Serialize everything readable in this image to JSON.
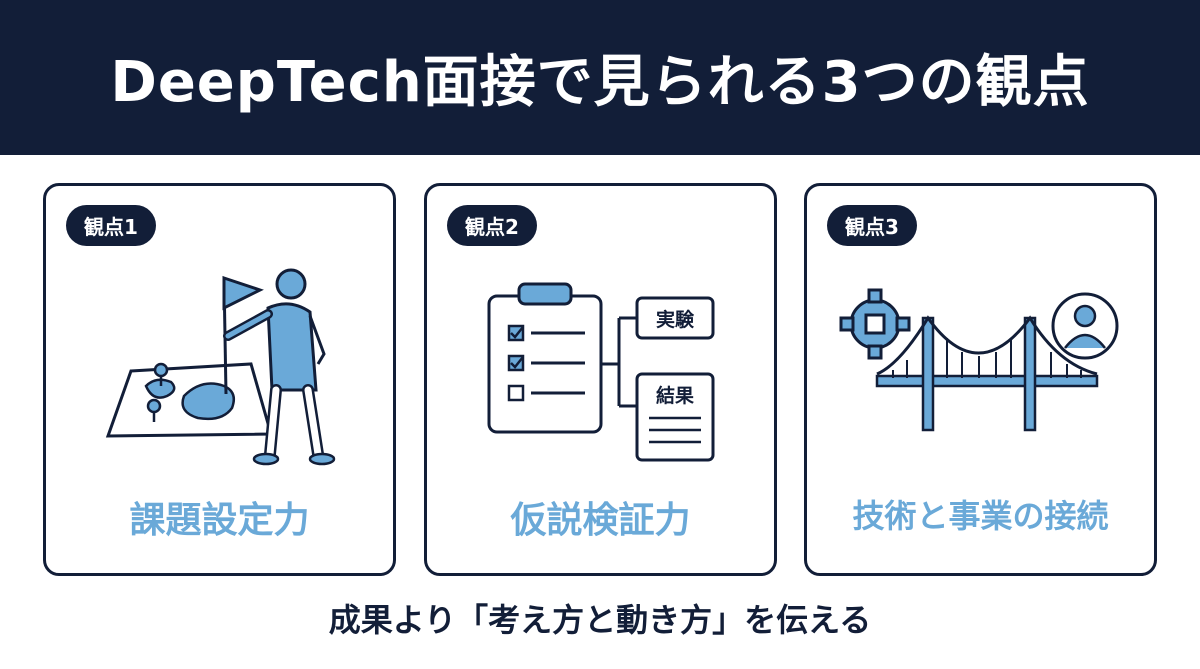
{
  "header": {
    "title": "DeepTech面接で見られる3つの観点"
  },
  "cards": [
    {
      "badge": "観点1",
      "label": "課題設定力"
    },
    {
      "badge": "観点2",
      "label": "仮説検証力",
      "box_top": "実験",
      "box_bottom": "結果"
    },
    {
      "badge": "観点3",
      "label": "技術と事業の接続"
    }
  ],
  "footer": {
    "text": "成果より「考え方と動き方」を伝える"
  },
  "icons": {
    "card1": "person-with-flag-on-map-icon",
    "card2": "clipboard-checklist-icon",
    "card3": "gear-bridge-person-icon"
  },
  "colors": {
    "navy": "#121e38",
    "accent_blue": "#6aa9d8",
    "white": "#ffffff"
  }
}
